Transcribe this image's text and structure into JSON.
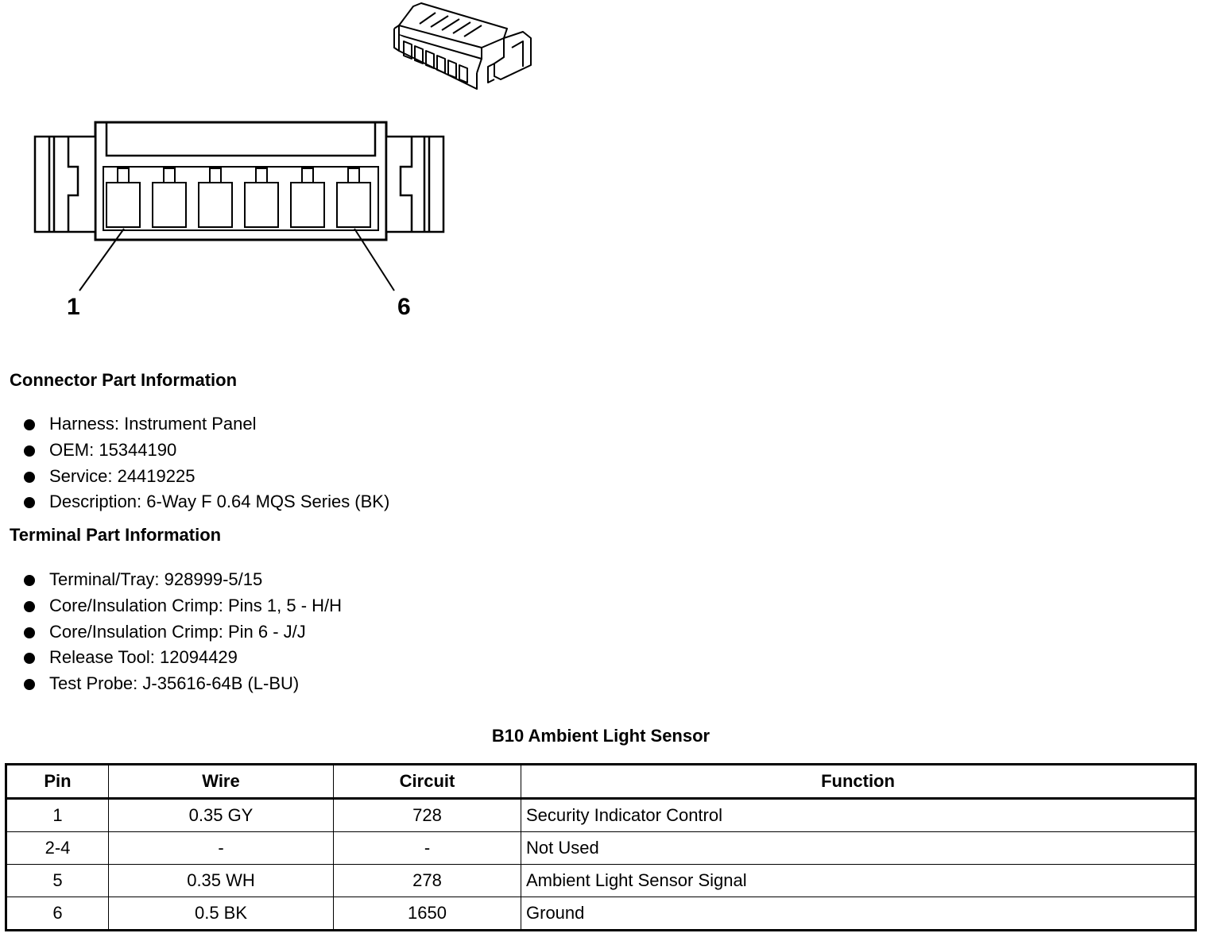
{
  "diagram": {
    "pin_labels": [
      "1",
      "6"
    ]
  },
  "connector_section": {
    "title": "Connector Part Information",
    "items": [
      "Harness: Instrument Panel",
      "OEM: 15344190",
      "Service: 24419225",
      "Description: 6-Way F 0.64 MQS Series (BK)"
    ]
  },
  "terminal_section": {
    "title": "Terminal Part Information",
    "items": [
      "Terminal/Tray: 928999-5/15",
      "Core/Insulation Crimp: Pins 1, 5 - H/H",
      "Core/Insulation Crimp: Pin 6 - J/J",
      "Release Tool: 12094429",
      "Test Probe: J-35616-64B (L-BU)"
    ]
  },
  "table": {
    "title": "B10 Ambient Light Sensor",
    "headers": [
      "Pin",
      "Wire",
      "Circuit",
      "Function"
    ],
    "rows": [
      [
        "1",
        "0.35 GY",
        "728",
        "Security Indicator Control"
      ],
      [
        "2-4",
        "-",
        "-",
        "Not Used"
      ],
      [
        "5",
        "0.35 WH",
        "278",
        "Ambient Light Sensor Signal"
      ],
      [
        "6",
        "0.5 BK",
        "1650",
        "Ground"
      ]
    ]
  }
}
